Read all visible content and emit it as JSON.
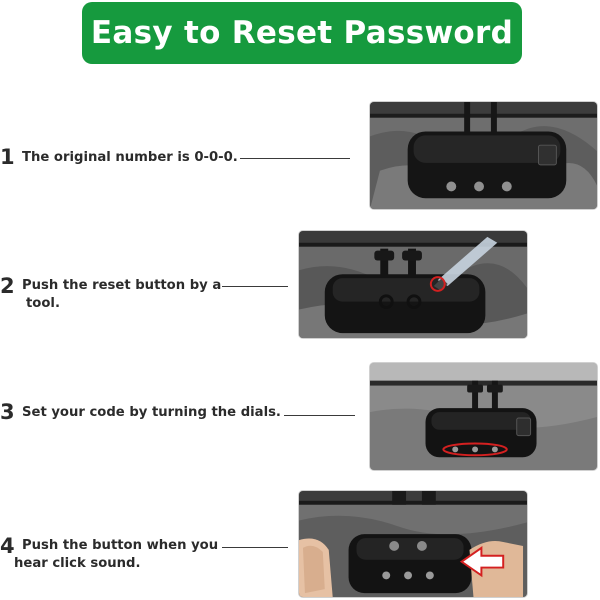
{
  "banner": {
    "title": "Easy to Reset Password"
  },
  "steps": [
    {
      "number": "1",
      "lines": [
        "The original number is 0-0-0."
      ],
      "image_icon": "combination-lock-dials-zero"
    },
    {
      "number": "2",
      "lines": [
        "Push the reset button by a",
        "tool."
      ],
      "image_icon": "lock-reset-button-tool"
    },
    {
      "number": "3",
      "lines": [
        "Set your code by turning the dials."
      ],
      "image_icon": "lock-dials-highlighted"
    },
    {
      "number": "4",
      "lines": [
        "Push the button when you",
        "hear click sound."
      ],
      "image_icon": "lock-button-push-arrow"
    }
  ],
  "colors": {
    "banner": "#169a3e",
    "highlight": "#d42020",
    "text": "#2b2b2b"
  }
}
